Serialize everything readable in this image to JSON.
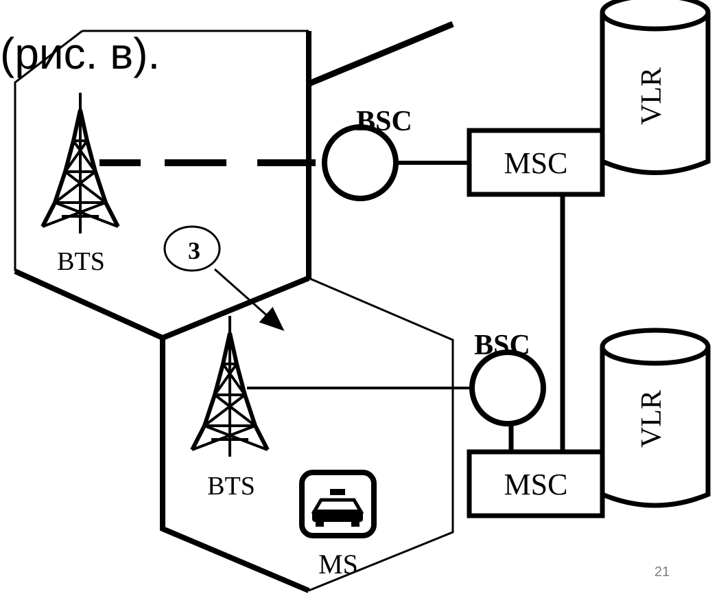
{
  "caption_text": "(рис. в).",
  "labels": {
    "bts_top": "BTS",
    "bts_bottom": "BTS",
    "bsc_top": "BSC",
    "bsc_bottom": "BSC",
    "msc_top": "MSC",
    "msc_bottom": "MSC",
    "vlr_top": "VLR",
    "vlr_bottom": "VLR",
    "ms": "MS",
    "step_marker": "3"
  },
  "icons": {
    "tower": "radio-tower-icon",
    "mobile_station": "car-icon"
  },
  "page_number": "21"
}
